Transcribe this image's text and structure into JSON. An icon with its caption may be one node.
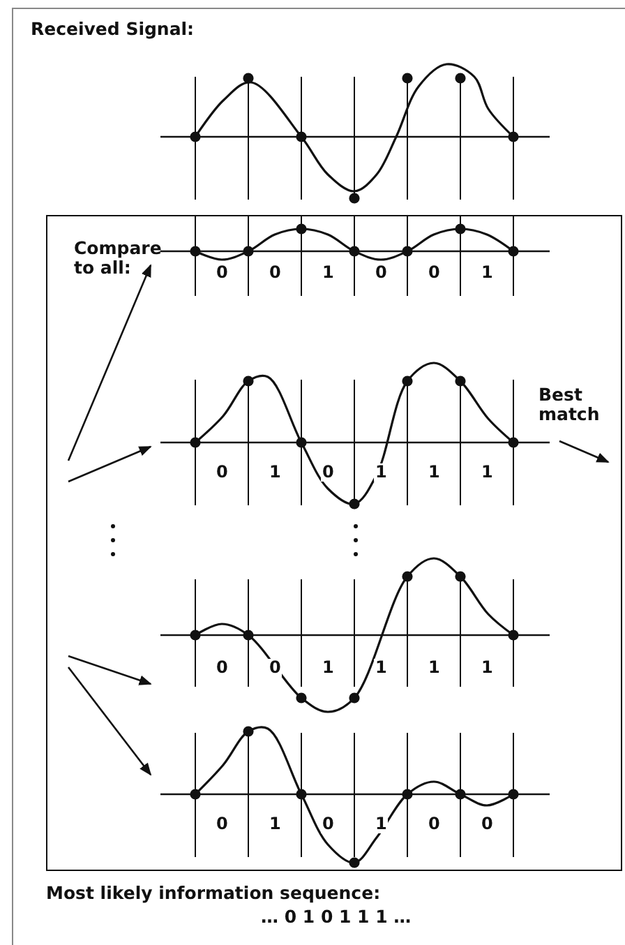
{
  "diagram": {
    "nodes": [
      {
        "text": [
          "Compare to all:"
        ]
      },
      {
        "text": [
          "0",
          "0",
          "1",
          "0",
          "0",
          "1"
        ],
        "in": 0
      },
      {
        "text": [
          "0",
          "1",
          "0",
          "1",
          "1",
          "1"
        ],
        "in": 0
      },
      {
        "text": [
          "0",
          "0",
          "1",
          "1",
          "1",
          "1"
        ],
        "in": 0
      },
      {
        "text": [
          "0",
          "1",
          "0",
          "1",
          "0",
          "0"
        ],
        "in": 0
      }
    ],
    "edges": [
      {
        "from": null,
        "to": 1,
        "arrow": "to"
      },
      {
        "from": null,
        "to": 2,
        "arrow": "to"
      },
      {
        "from": null,
        "to": 3,
        "arrow": "to"
      },
      {
        "from": null,
        "to": 4,
        "arrow": "to"
      },
      {
        "from": 2,
        "to": null,
        "arrow": "to",
        "label": "Best match"
      }
    ],
    "labels": [
      "Received Signal:",
      "Most likely information sequence:",
      "… 0 1 0 1 1 1 …"
    ]
  }
}
